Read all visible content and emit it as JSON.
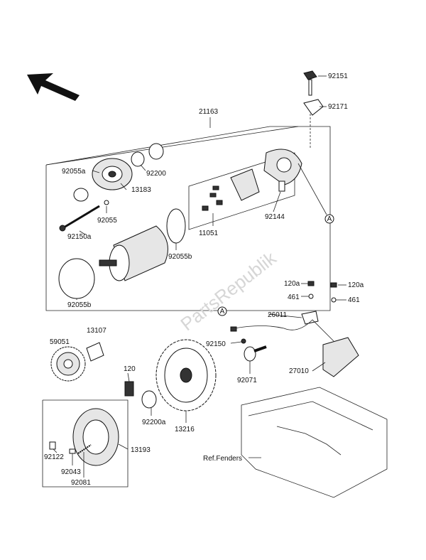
{
  "diagram": {
    "watermark": "PartsRepublik",
    "callout_letter": "A",
    "labels": {
      "p21163": "21163",
      "p92151": "92151",
      "p92171": "92171",
      "p92055a": "92055a",
      "p92200": "92200",
      "p13183": "13183",
      "p92055": "92055",
      "p92150a": "92150a",
      "p92144": "92144",
      "p11051": "11051",
      "p92055b_1": "92055b",
      "p92055b_2": "92055b",
      "p120a_1": "120a",
      "p120a_2": "120a",
      "p461_1": "461",
      "p461_2": "461",
      "p26011": "26011",
      "p92150": "92150",
      "p92071": "92071",
      "p27010": "27010",
      "p59051": "59051",
      "p13107": "13107",
      "p120": "120",
      "p92200a": "92200a",
      "p13216": "13216",
      "p13193": "13193",
      "p92122": "92122",
      "p92043": "92043",
      "p92081": "92081",
      "ref_fenders": "Ref.Fenders"
    }
  }
}
